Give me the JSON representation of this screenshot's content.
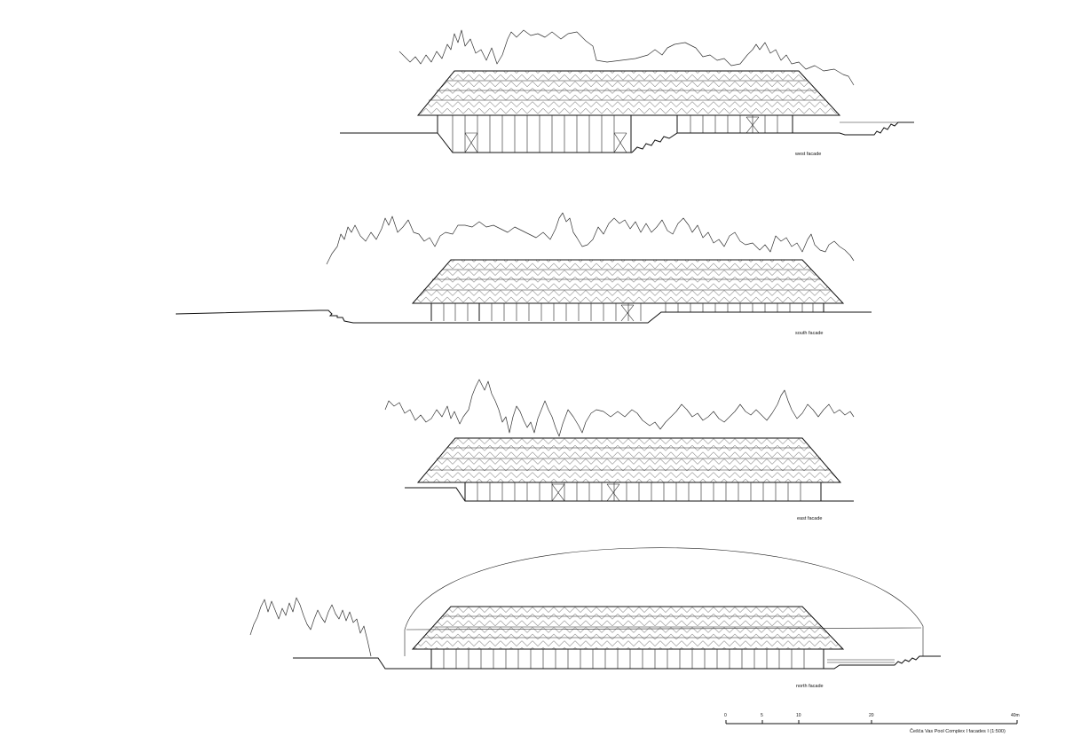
{
  "drawing": {
    "facades": [
      {
        "id": "west",
        "label": "west facade"
      },
      {
        "id": "south",
        "label": "south facade"
      },
      {
        "id": "east",
        "label": "east facade"
      },
      {
        "id": "north",
        "label": "north facade"
      }
    ],
    "scale_bar": {
      "ticks": [
        "0",
        "5",
        "10",
        "20",
        "40m"
      ]
    },
    "title": "Češča Vas Pool Complex  I  facades  I (1:500)"
  }
}
